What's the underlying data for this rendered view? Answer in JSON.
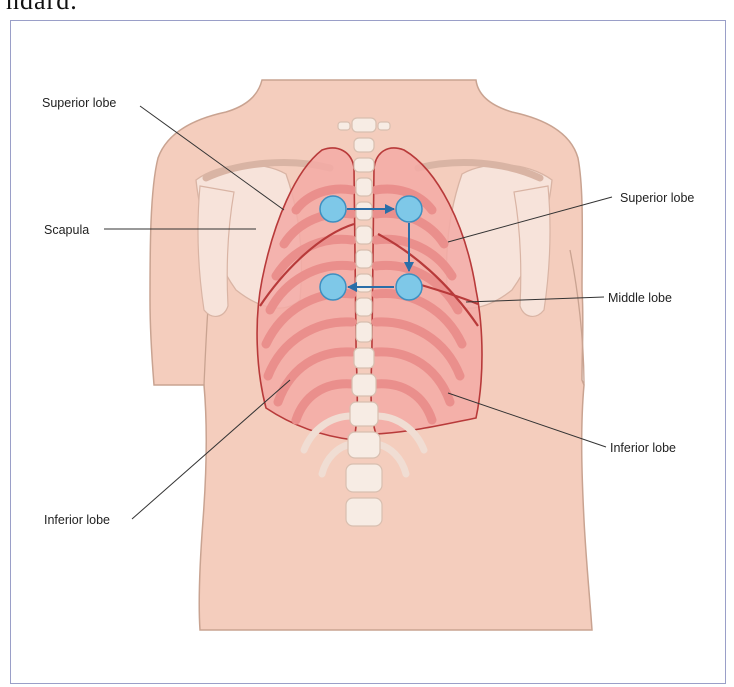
{
  "header": {
    "clipped_text": "ndard."
  },
  "labels": {
    "superior_left": "Superior lobe",
    "scapula": "Scapula",
    "inferior_left": "Inferior lobe",
    "superior_right": "Superior lobe",
    "middle_right": "Middle lobe",
    "inferior_right": "Inferior lobe"
  },
  "colors": {
    "skin": "#f4cdbd",
    "skin_outline": "#c9a391",
    "lung_fill": "#f3aaa6",
    "lung_outline": "#b83a3a",
    "rib": "#ea8f8c",
    "bone": "#f7ece4",
    "marker": "#7ec8e8",
    "arrow": "#2a6ea8"
  }
}
